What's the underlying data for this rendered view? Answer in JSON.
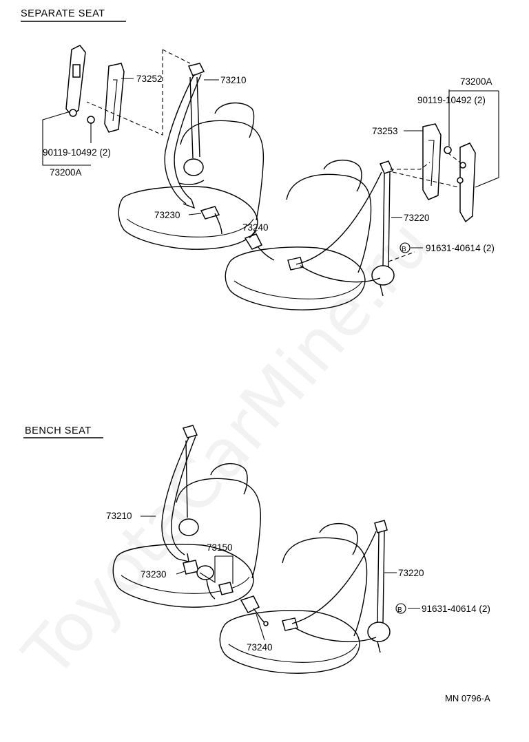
{
  "sections": {
    "separate_seat": "SEPARATE SEAT",
    "bench_seat": "BENCH SEAT"
  },
  "labels": {
    "p73252": "73252",
    "p73210_top": "73210",
    "p73200a_left": "73200A",
    "p90119_left": "90119-10492 (2)",
    "p73230_top": "73230",
    "p73240_top": "73240",
    "p73220_top": "73220",
    "p73253": "73253",
    "p73200a_right": "73200A",
    "p90119_right": "90119-10492 (2)",
    "p91631_top": "91631-40614 (2)",
    "p73210_bottom": "73210",
    "p73150": "73150",
    "p73230_bottom": "73230",
    "p73240_bottom": "73240",
    "p73220_bottom": "73220",
    "p91631_bottom": "91631-40614 (2)",
    "b_marker": "B"
  },
  "drawing_code": "MN  0796-A",
  "watermark": "ToyotaCarMine.ru"
}
